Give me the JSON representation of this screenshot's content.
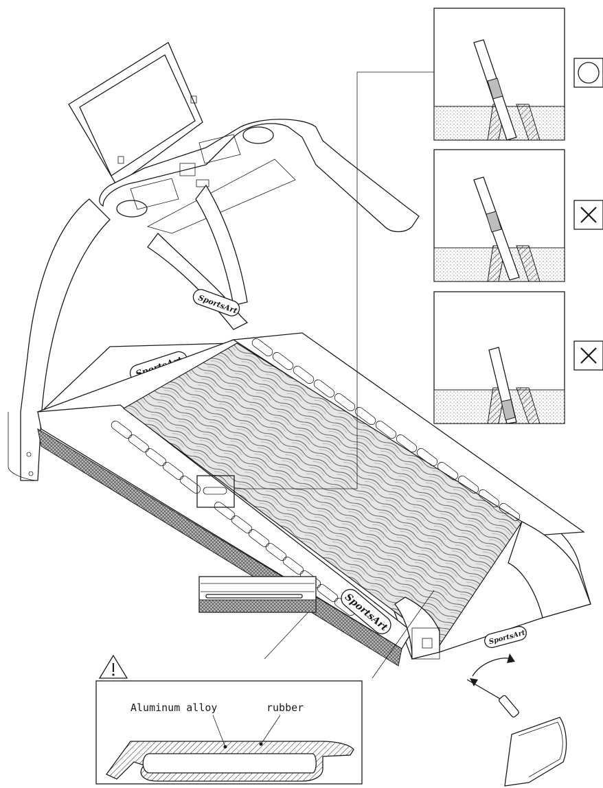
{
  "brand": {
    "logo_text": "SportsArt"
  },
  "callouts": {
    "insertion_details": [
      {
        "id": "correct",
        "symbol": "circle-mark",
        "verdict": "correct"
      },
      {
        "id": "wrong-too-shallow",
        "symbol": "cross-mark",
        "verdict": "incorrect"
      },
      {
        "id": "wrong-too-deep",
        "symbol": "cross-mark",
        "verdict": "incorrect"
      }
    ],
    "slat_section": {
      "warning_symbol": "warning-triangle-icon",
      "labels": {
        "aluminum": "Aluminum alloy",
        "rubber": "rubber"
      }
    }
  },
  "colors": {
    "ink": "#1a1a1a",
    "paper": "#ffffff",
    "shade": "#d9d9d9"
  }
}
